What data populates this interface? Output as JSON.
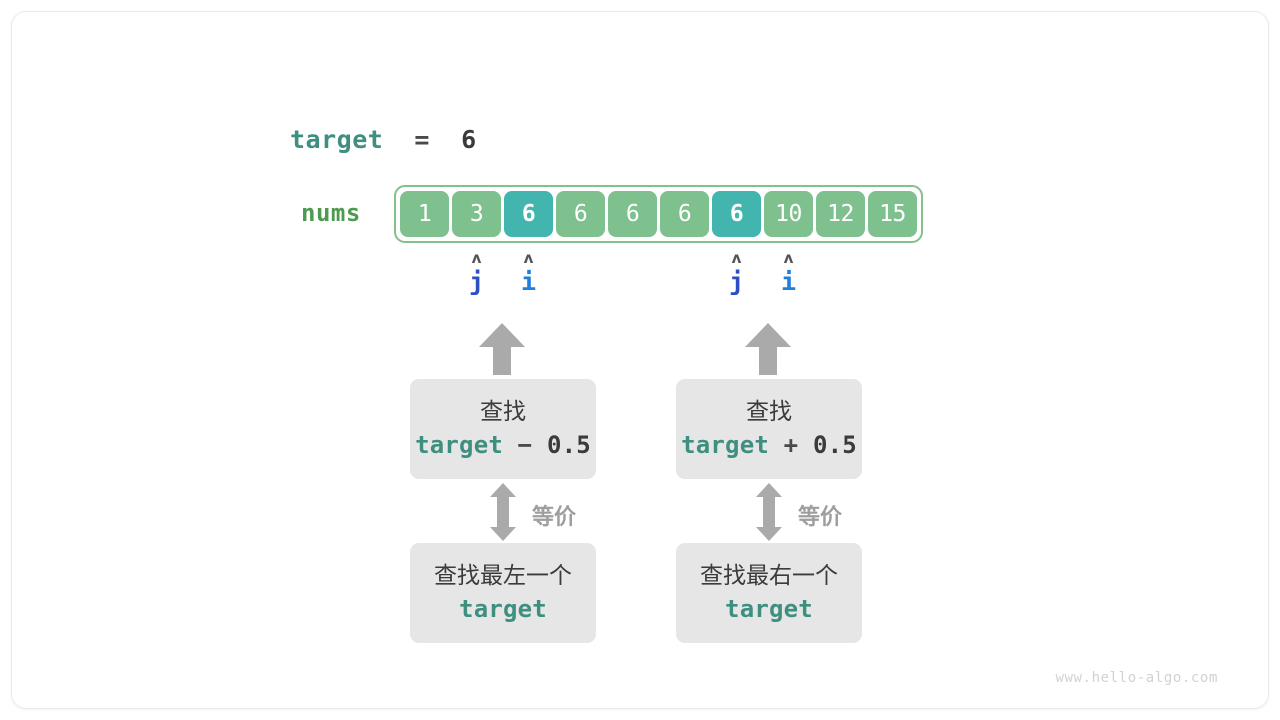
{
  "watermark": "www.hello-algo.com",
  "target_line": {
    "name": "target",
    "operator": "=",
    "value": "6"
  },
  "array": {
    "label": "nums",
    "cells": [
      {
        "value": "1",
        "highlight": false
      },
      {
        "value": "3",
        "highlight": false
      },
      {
        "value": "6",
        "highlight": true
      },
      {
        "value": "6",
        "highlight": false
      },
      {
        "value": "6",
        "highlight": false
      },
      {
        "value": "6",
        "highlight": false
      },
      {
        "value": "6",
        "highlight": true
      },
      {
        "value": "10",
        "highlight": false
      },
      {
        "value": "12",
        "highlight": false
      },
      {
        "value": "15",
        "highlight": false
      }
    ]
  },
  "pointers": [
    {
      "label": "j",
      "caret": "ʌ",
      "cell_index": 1,
      "group": "left"
    },
    {
      "label": "i",
      "caret": "ʌ",
      "cell_index": 2,
      "group": "left"
    },
    {
      "label": "j",
      "caret": "ʌ",
      "cell_index": 6,
      "group": "right"
    },
    {
      "label": "i",
      "caret": "ʌ",
      "cell_index": 7,
      "group": "right"
    }
  ],
  "groups": {
    "left": {
      "top_box": {
        "line1": "查找",
        "code_target": "target",
        "code_op": " − ",
        "code_value": "0.5"
      },
      "equiv_label": "等价",
      "bottom_box": {
        "line1": "查找最左一个",
        "code_target": "target"
      }
    },
    "right": {
      "top_box": {
        "line1": "查找",
        "code_target": "target",
        "code_op": " + ",
        "code_value": "0.5"
      },
      "equiv_label": "等价",
      "bottom_box": {
        "line1": "查找最右一个",
        "code_target": "target"
      }
    }
  },
  "colors": {
    "cell_normal": "#7EC18F",
    "cell_highlight": "#41B5AE",
    "array_border": "#83C08C",
    "nums_label": "#4E9A51",
    "target_teal": "#3E8F80",
    "pointer_j": "#2E4FC4",
    "pointer_i": "#1E7FDE",
    "arrow_grey": "#AAAAAA",
    "box_grey": "#E6E6E6"
  }
}
